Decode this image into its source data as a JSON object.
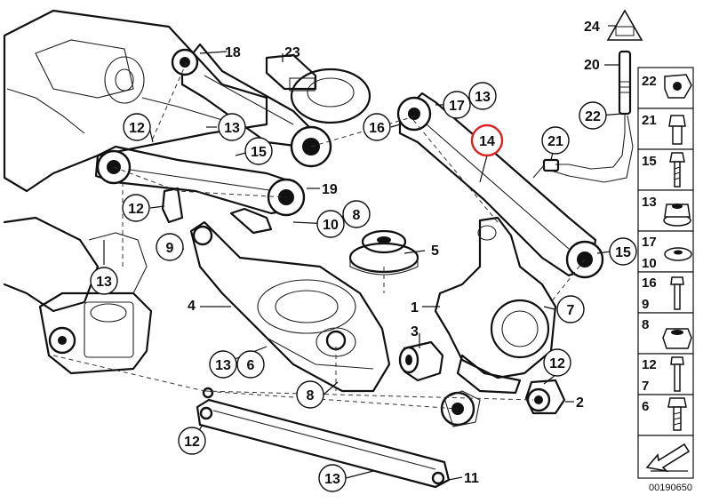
{
  "callouts": [
    {
      "id": "c18",
      "text": "18",
      "circled": false
    },
    {
      "id": "c23",
      "text": "23",
      "circled": false
    },
    {
      "id": "c24",
      "text": "24",
      "circled": false
    },
    {
      "id": "c20",
      "text": "20",
      "circled": false
    },
    {
      "id": "c12a",
      "text": "12",
      "circled": true
    },
    {
      "id": "c13a",
      "text": "13",
      "circled": true
    },
    {
      "id": "c15a",
      "text": "15",
      "circled": true
    },
    {
      "id": "c19",
      "text": "19",
      "circled": false
    },
    {
      "id": "c12b",
      "text": "12",
      "circled": true
    },
    {
      "id": "c10",
      "text": "10",
      "circled": true
    },
    {
      "id": "c8a",
      "text": "8",
      "circled": true
    },
    {
      "id": "c9",
      "text": "9",
      "circled": true
    },
    {
      "id": "c13b",
      "text": "13",
      "circled": true
    },
    {
      "id": "c4",
      "text": "4",
      "circled": false
    },
    {
      "id": "c5",
      "text": "5",
      "circled": false
    },
    {
      "id": "c16",
      "text": "16",
      "circled": true
    },
    {
      "id": "c17",
      "text": "17",
      "circled": true
    },
    {
      "id": "c13c",
      "text": "13",
      "circled": true
    },
    {
      "id": "c14",
      "text": "14",
      "circled": true,
      "highlighted": true
    },
    {
      "id": "c22",
      "text": "22",
      "circled": true
    },
    {
      "id": "c21",
      "text": "21",
      "circled": true
    },
    {
      "id": "c15b",
      "text": "15",
      "circled": true
    },
    {
      "id": "c1",
      "text": "1",
      "circled": false
    },
    {
      "id": "c7",
      "text": "7",
      "circled": true
    },
    {
      "id": "c3",
      "text": "3",
      "circled": false
    },
    {
      "id": "c13d",
      "text": "13",
      "circled": true
    },
    {
      "id": "c6",
      "text": "6",
      "circled": true
    },
    {
      "id": "c8b",
      "text": "8",
      "circled": true
    },
    {
      "id": "c12c",
      "text": "12",
      "circled": true
    },
    {
      "id": "c2",
      "text": "2",
      "circled": false
    },
    {
      "id": "c12d",
      "text": "12",
      "circled": true
    },
    {
      "id": "c13e",
      "text": "13",
      "circled": true
    },
    {
      "id": "c11",
      "text": "11",
      "circled": false
    }
  ],
  "legend": [
    {
      "label": "22",
      "icon": "sensor-clip-icon"
    },
    {
      "label": "21",
      "icon": "hex-bolt-icon"
    },
    {
      "label": "15",
      "icon": "flange-bolt-icon"
    },
    {
      "label": "13",
      "icon": "flange-nut-icon"
    },
    {
      "label": "17\n10",
      "icon": "washer-icon"
    },
    {
      "label": "16\n9",
      "icon": "hex-head-bolt-icon"
    },
    {
      "label": "8",
      "icon": "hex-nut-icon"
    },
    {
      "label": "12\n7",
      "icon": "long-bolt-icon"
    },
    {
      "label": "6",
      "icon": "torx-bolt-icon"
    },
    {
      "label": "",
      "icon": "arrow-icon"
    }
  ],
  "badge_24": "24",
  "doc_id": "00190650",
  "colors": {
    "line": "#111111",
    "highlight": "#e02020",
    "background": "#ffffff"
  }
}
